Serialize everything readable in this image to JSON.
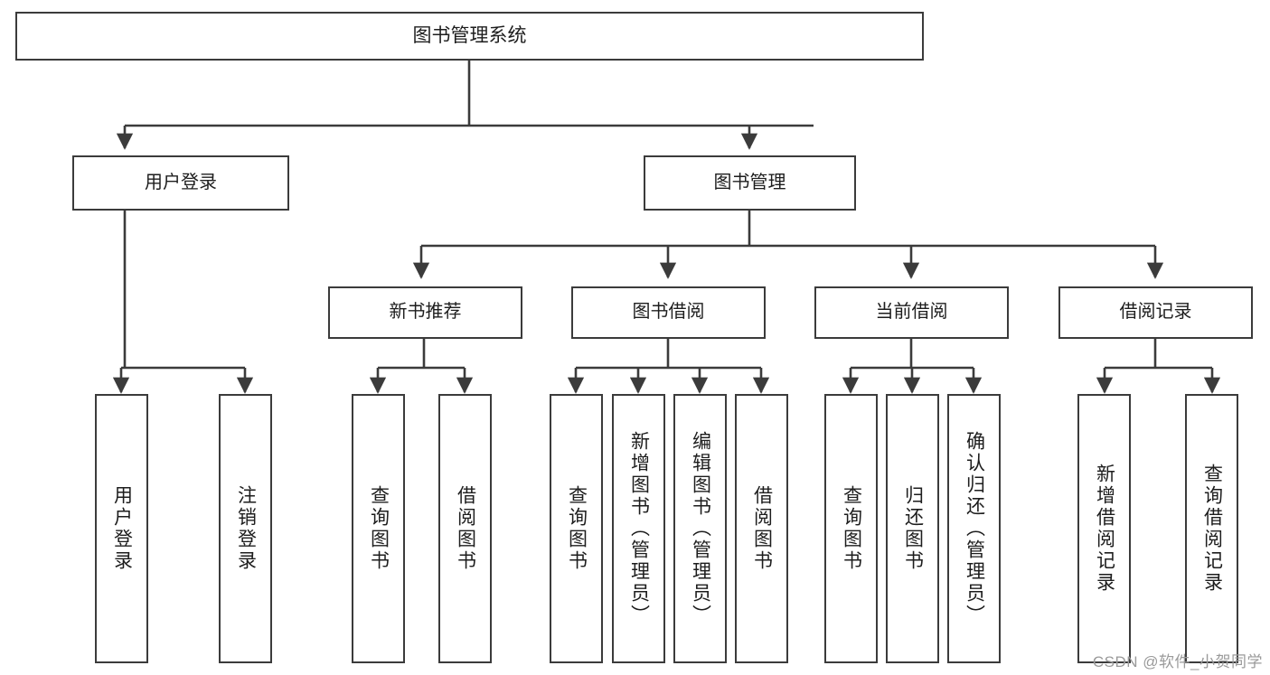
{
  "diagram": {
    "title": "图书管理系统",
    "watermark": "CSDN @软件_小贺同学",
    "colors": {
      "stroke": "#3b3b3b",
      "fill": "#ffffff",
      "text": "#1d1d1d",
      "watermark": "#9a9a9a"
    },
    "root": {
      "label": "图书管理系统"
    },
    "level2": [
      {
        "label": "用户登录"
      },
      {
        "label": "图书管理"
      }
    ],
    "level3": [
      {
        "label": "新书推荐"
      },
      {
        "label": "图书借阅"
      },
      {
        "label": "当前借阅"
      },
      {
        "label": "借阅记录"
      }
    ],
    "leaves": {
      "user_login": [
        {
          "label": "用户登录"
        },
        {
          "label": "注销登录"
        }
      ],
      "new_book_recommend": [
        {
          "label": "查询图书"
        },
        {
          "label": "借阅图书"
        }
      ],
      "book_borrow": [
        {
          "label": "查询图书"
        },
        {
          "label": "新增图书（管理员）"
        },
        {
          "label": "编辑图书（管理员）"
        },
        {
          "label": "借阅图书"
        }
      ],
      "current_borrow": [
        {
          "label": "查询图书"
        },
        {
          "label": "归还图书"
        },
        {
          "label": "确认归还（管理员）"
        }
      ],
      "borrow_record": [
        {
          "label": "新增借阅记录"
        },
        {
          "label": "查询借阅记录"
        }
      ]
    }
  }
}
